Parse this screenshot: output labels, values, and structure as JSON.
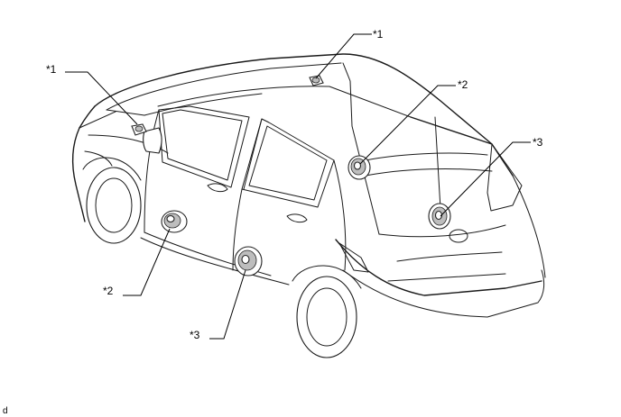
{
  "callouts": [
    {
      "id": "tweeter-left",
      "label": "*1"
    },
    {
      "id": "tweeter-right",
      "label": "*1"
    },
    {
      "id": "front-speaker-left",
      "label": "*2"
    },
    {
      "id": "front-speaker-right",
      "label": "*2"
    },
    {
      "id": "rear-speaker-left",
      "label": "*3"
    },
    {
      "id": "rear-speaker-right",
      "label": "*3"
    }
  ],
  "figure_id": "d"
}
